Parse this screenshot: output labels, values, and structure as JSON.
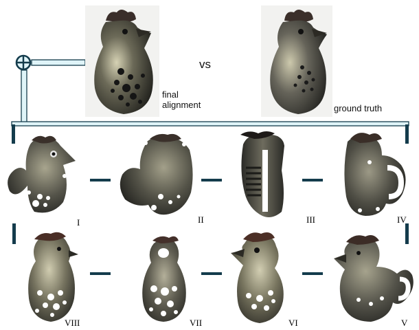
{
  "top": {
    "vs_text": "vs",
    "final_label_line1": "final",
    "final_label_line2": "alignment",
    "ground_truth_label": "ground truth"
  },
  "views": [
    {
      "numeral": "I"
    },
    {
      "numeral": "II"
    },
    {
      "numeral": "III"
    },
    {
      "numeral": "IV"
    },
    {
      "numeral": "V"
    },
    {
      "numeral": "VI"
    },
    {
      "numeral": "VII"
    },
    {
      "numeral": "VIII"
    }
  ],
  "colors": {
    "connector_fill": "#dff4f8",
    "connector_stroke": "#143c4c",
    "object_dark": "#2b2b26",
    "object_light": "#b9b59a"
  }
}
